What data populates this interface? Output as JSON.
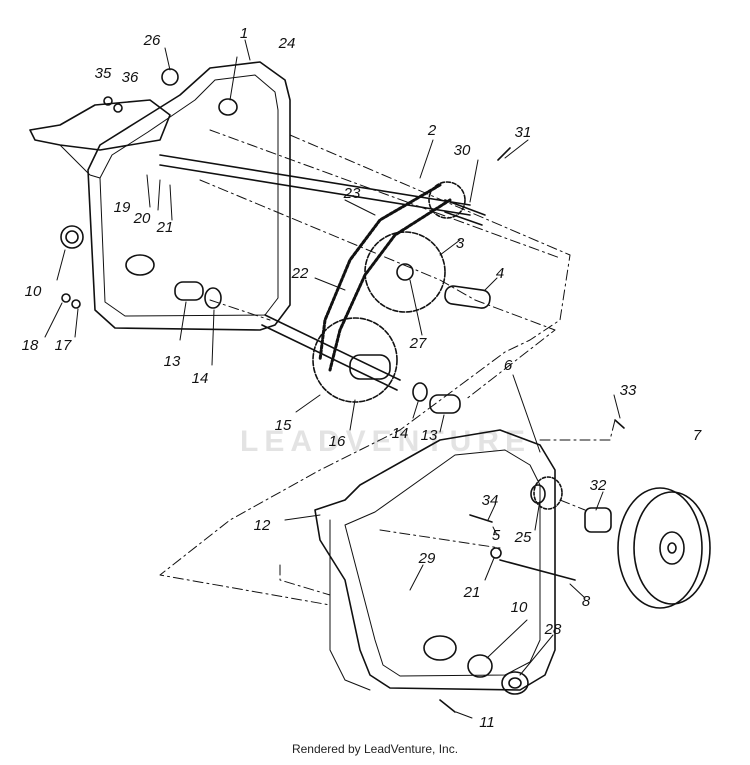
{
  "diagram": {
    "callouts": [
      "1",
      "2",
      "3",
      "4",
      "5",
      "6",
      "7",
      "8",
      "10",
      "10",
      "11",
      "12",
      "13",
      "13",
      "14",
      "14",
      "15",
      "16",
      "17",
      "18",
      "19",
      "20",
      "21",
      "21",
      "22",
      "23",
      "24",
      "25",
      "26",
      "27",
      "28",
      "29",
      "30",
      "31",
      "32",
      "33",
      "34",
      "35",
      "36"
    ]
  },
  "watermark": {
    "text": "LEADVENTURE"
  },
  "footer": {
    "text": "Rendered by LeadVenture, Inc."
  }
}
